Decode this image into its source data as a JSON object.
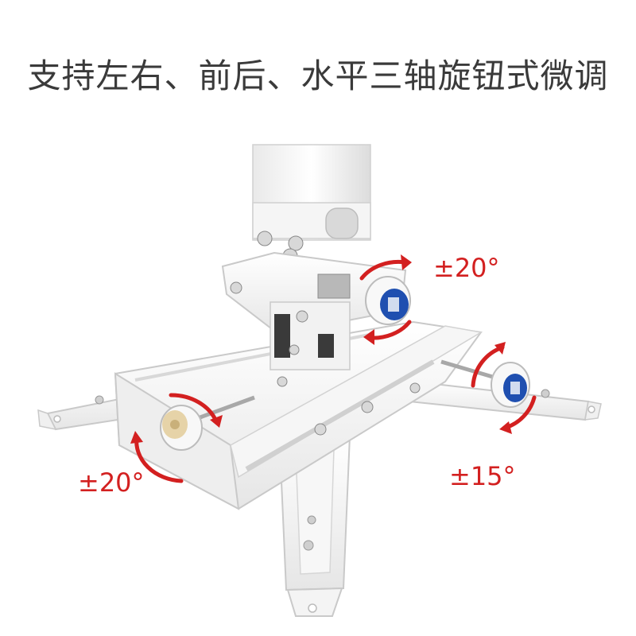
{
  "headline": "支持左右、前后、水平三轴旋钮式微调",
  "angles": {
    "top": "±20°",
    "left": "±20°",
    "right": "±15°"
  },
  "colors": {
    "arrow": "#d32020",
    "metal": "#f4f4f4",
    "outline": "#c9c9c9",
    "knob_blue": "#1f4fb0",
    "knob_beige": "#e6d3a8"
  },
  "icons": [
    "rotation-arrow-icon",
    "adjustment-knob-icon"
  ]
}
